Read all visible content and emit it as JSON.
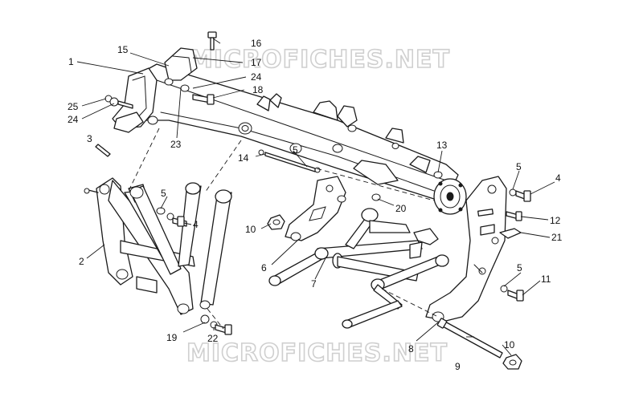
{
  "watermark": "MICROFICHES.NET",
  "colors": {
    "line": "#1a1a1a",
    "watermark": "#cfcfcf",
    "background": "#ffffff"
  },
  "callouts": [
    "1",
    "2",
    "3",
    "4",
    "4",
    "5",
    "5",
    "5",
    "5",
    "6",
    "7",
    "8",
    "9",
    "10",
    "10",
    "11",
    "12",
    "13",
    "14",
    "15",
    "16",
    "17",
    "18",
    "19",
    "20",
    "21",
    "22",
    "23",
    "24",
    "24",
    "25"
  ]
}
